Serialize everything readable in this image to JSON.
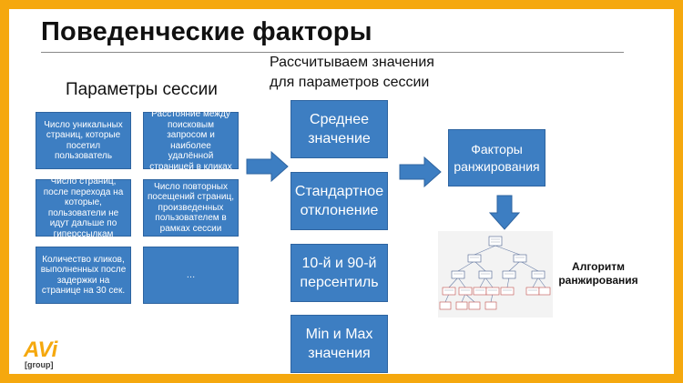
{
  "title": "Поведенческие факторы",
  "session_params": {
    "heading": "Параметры сессии",
    "items": [
      "Число уникальных страниц, которые посетил пользователь",
      "Расстояние между поисковым запросом и наиболее удалённой страницей в кликах",
      "Число страниц, после перехода на которые, пользователи не идут дальше по гиперссылкам",
      "Число повторных посещений страниц, произведенных пользователем в рамках сессии",
      "Количество кликов, выполненных после задержки на странице на 30 сек.",
      "…"
    ]
  },
  "calc": {
    "heading_line1": "Рассчитываем значения",
    "heading_line2": "для параметров сессии",
    "items": [
      "Среднее значение",
      "Стандартное отклонение",
      "10-й и 90-й персентиль",
      "Min и Max значения"
    ]
  },
  "ranking_factors": "Факторы ранжирования",
  "algorithm": {
    "label": "Алгоритм ранжирования"
  },
  "logo": {
    "top": "AVi",
    "bottom": "[group]"
  },
  "colors": {
    "border": "#f5a80e",
    "box": "#3d7ec2",
    "box_border": "#2e64a0",
    "arrow": "#3d7ec2"
  }
}
